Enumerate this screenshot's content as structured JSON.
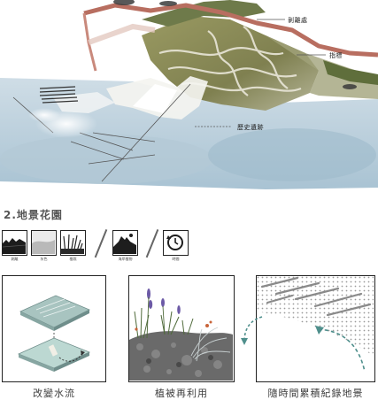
{
  "top_diagram": {
    "labels": {
      "label_a": "剝離處",
      "label_b": "指標",
      "label_c": "歷史遺跡"
    }
  },
  "section": {
    "title": "2.地景花園"
  },
  "icons": [
    {
      "label": "剝離",
      "icon": "dark-vegetation-icon"
    },
    {
      "label": "灰色",
      "icon": "grey-sand-icon"
    },
    {
      "label": "植栽",
      "icon": "grass-clump-icon"
    },
    {
      "label": "海岸植物",
      "icon": "coastal-silhouette-icon"
    },
    {
      "label": "時間",
      "icon": "history-clock-icon"
    }
  ],
  "panels": [
    {
      "caption": "改變水流",
      "icon": "water-flow-layers-illustration"
    },
    {
      "caption": "植被再利用",
      "icon": "vegetation-rocks-photo"
    },
    {
      "caption": "隨時間累積紀錄地景",
      "icon": "sediment-accumulation-diagram"
    }
  ],
  "colors": {
    "water": "#b9cfdc",
    "wall": "#b86e60",
    "terrain": "#8a8a55",
    "accent_teal": "#4f8f8c"
  }
}
